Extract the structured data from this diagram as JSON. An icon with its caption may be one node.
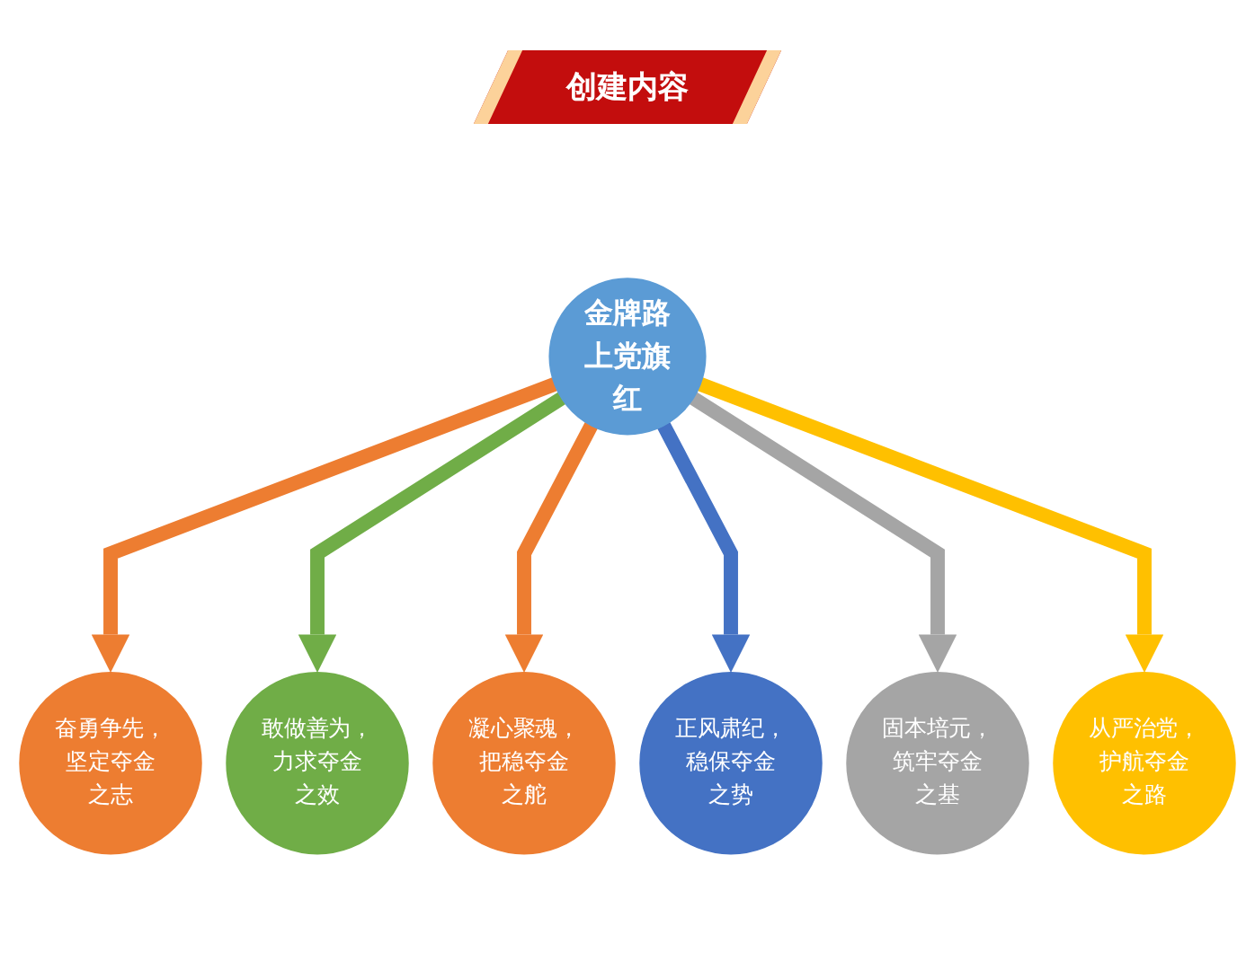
{
  "diagram": {
    "title": "创建内容",
    "nodes": [
      {
        "text": [
          "凝心聚魂，把稳夺金之舵"
        ]
      },
      {
        "text": [
          "奋勇争先，坚定夺金之志"
        ]
      },
      {
        "text": [
          "固本培元，筑牢夺金之基"
        ]
      },
      {
        "text": [
          "金牌路上党旗红"
        ]
      },
      {
        "text": [
          "敢做善为，力求夺金之效"
        ]
      },
      {
        "text": [
          "从严治党，护航夺金之路"
        ]
      },
      {
        "text": [
          "正风肃纪，稳保夺金之势"
        ]
      }
    ],
    "edges": [
      {
        "from": 3,
        "to": 1,
        "arrow": "to",
        "color": "#ed7d31"
      },
      {
        "from": 3,
        "to": 4,
        "arrow": "to",
        "color": "#70ad47"
      },
      {
        "from": 3,
        "to": 0,
        "arrow": "to",
        "color": "#ed7d31"
      },
      {
        "from": 3,
        "to": 6,
        "arrow": "to",
        "color": "#4472c4"
      },
      {
        "from": 3,
        "to": 2,
        "arrow": "to",
        "color": "#a5a5a5"
      },
      {
        "from": 3,
        "to": 5,
        "arrow": "to",
        "color": "#ffc000"
      }
    ]
  }
}
